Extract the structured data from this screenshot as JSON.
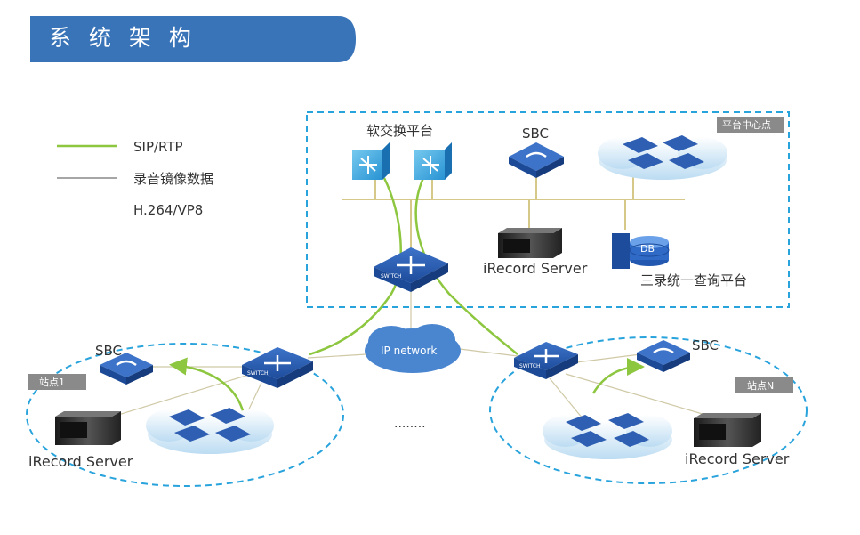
{
  "header": {
    "title": "系 统 架 构"
  },
  "legend": [
    {
      "label": "SIP/RTP",
      "color": "#8dc63f"
    },
    {
      "label": "录音镜像数据",
      "color": "#888888"
    },
    {
      "label": "H.264/VP8"
    }
  ],
  "center": {
    "tag": "平台中心点",
    "softswitch_label": "软交换平台",
    "sbc_label": "SBC",
    "irecord_label": "iRecord Server",
    "db_label": "DB",
    "query_label": "三录统一查询平台",
    "switch_label": "SWITCH"
  },
  "network": {
    "label": "IP network",
    "ellipsis": "........"
  },
  "site1": {
    "tag": "站点1",
    "sbc_label": "SBC",
    "irecord_label": "iRecord Server",
    "switch_label": "SWITCH"
  },
  "siteN": {
    "tag": "站点N",
    "sbc_label": "SBC",
    "irecord_label": "iRecord Server",
    "switch_label": "SWITCH"
  },
  "colors": {
    "banner": "#3a74b8",
    "dashed": "#29a3dc",
    "bus": "#d6c889",
    "device": "#2f5fb3",
    "green": "#8dc63f"
  }
}
